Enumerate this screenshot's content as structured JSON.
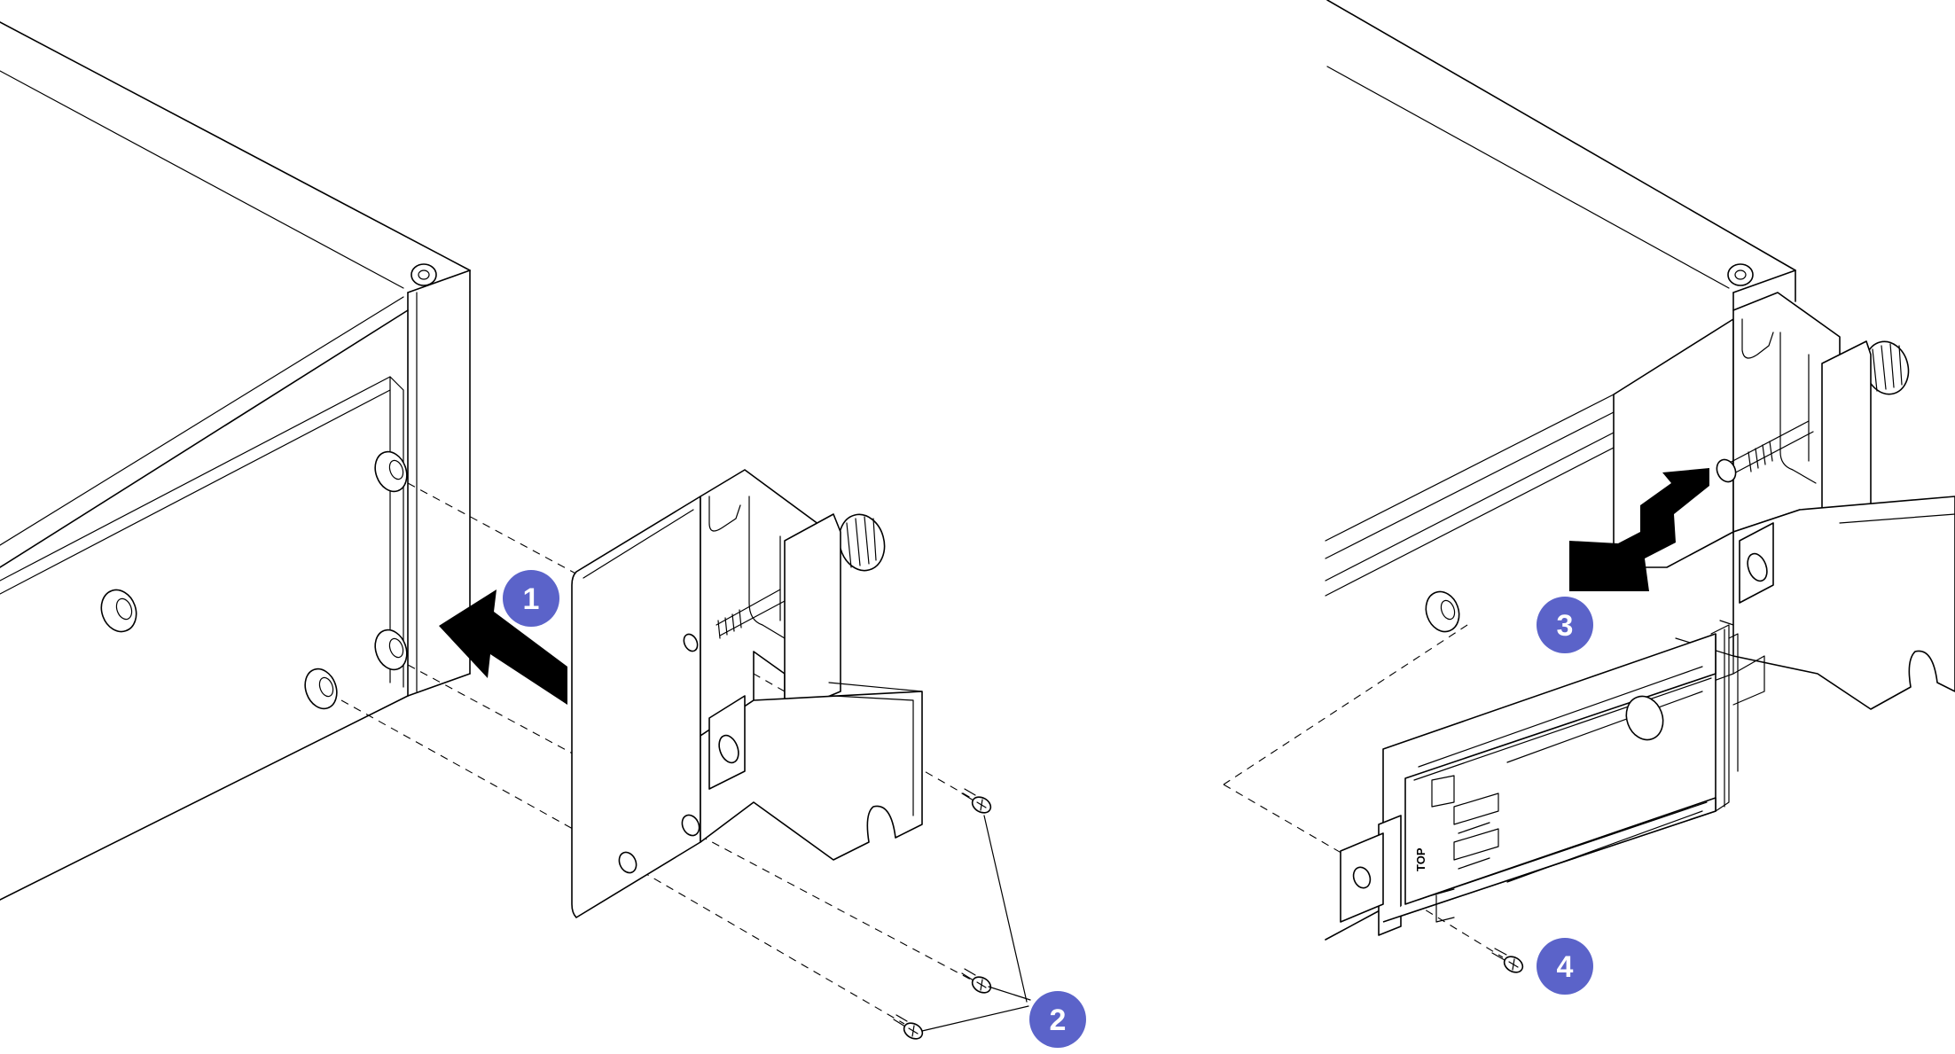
{
  "figure": {
    "description_free": true,
    "callouts": [
      {
        "id": "1",
        "label": "1"
      },
      {
        "id": "2",
        "label": "2"
      },
      {
        "id": "3",
        "label": "3"
      },
      {
        "id": "4",
        "label": "4"
      }
    ],
    "bracket_label": "TOP",
    "colors": {
      "callout": "#5b63c9",
      "line": "#000000",
      "background": "#ffffff"
    }
  }
}
